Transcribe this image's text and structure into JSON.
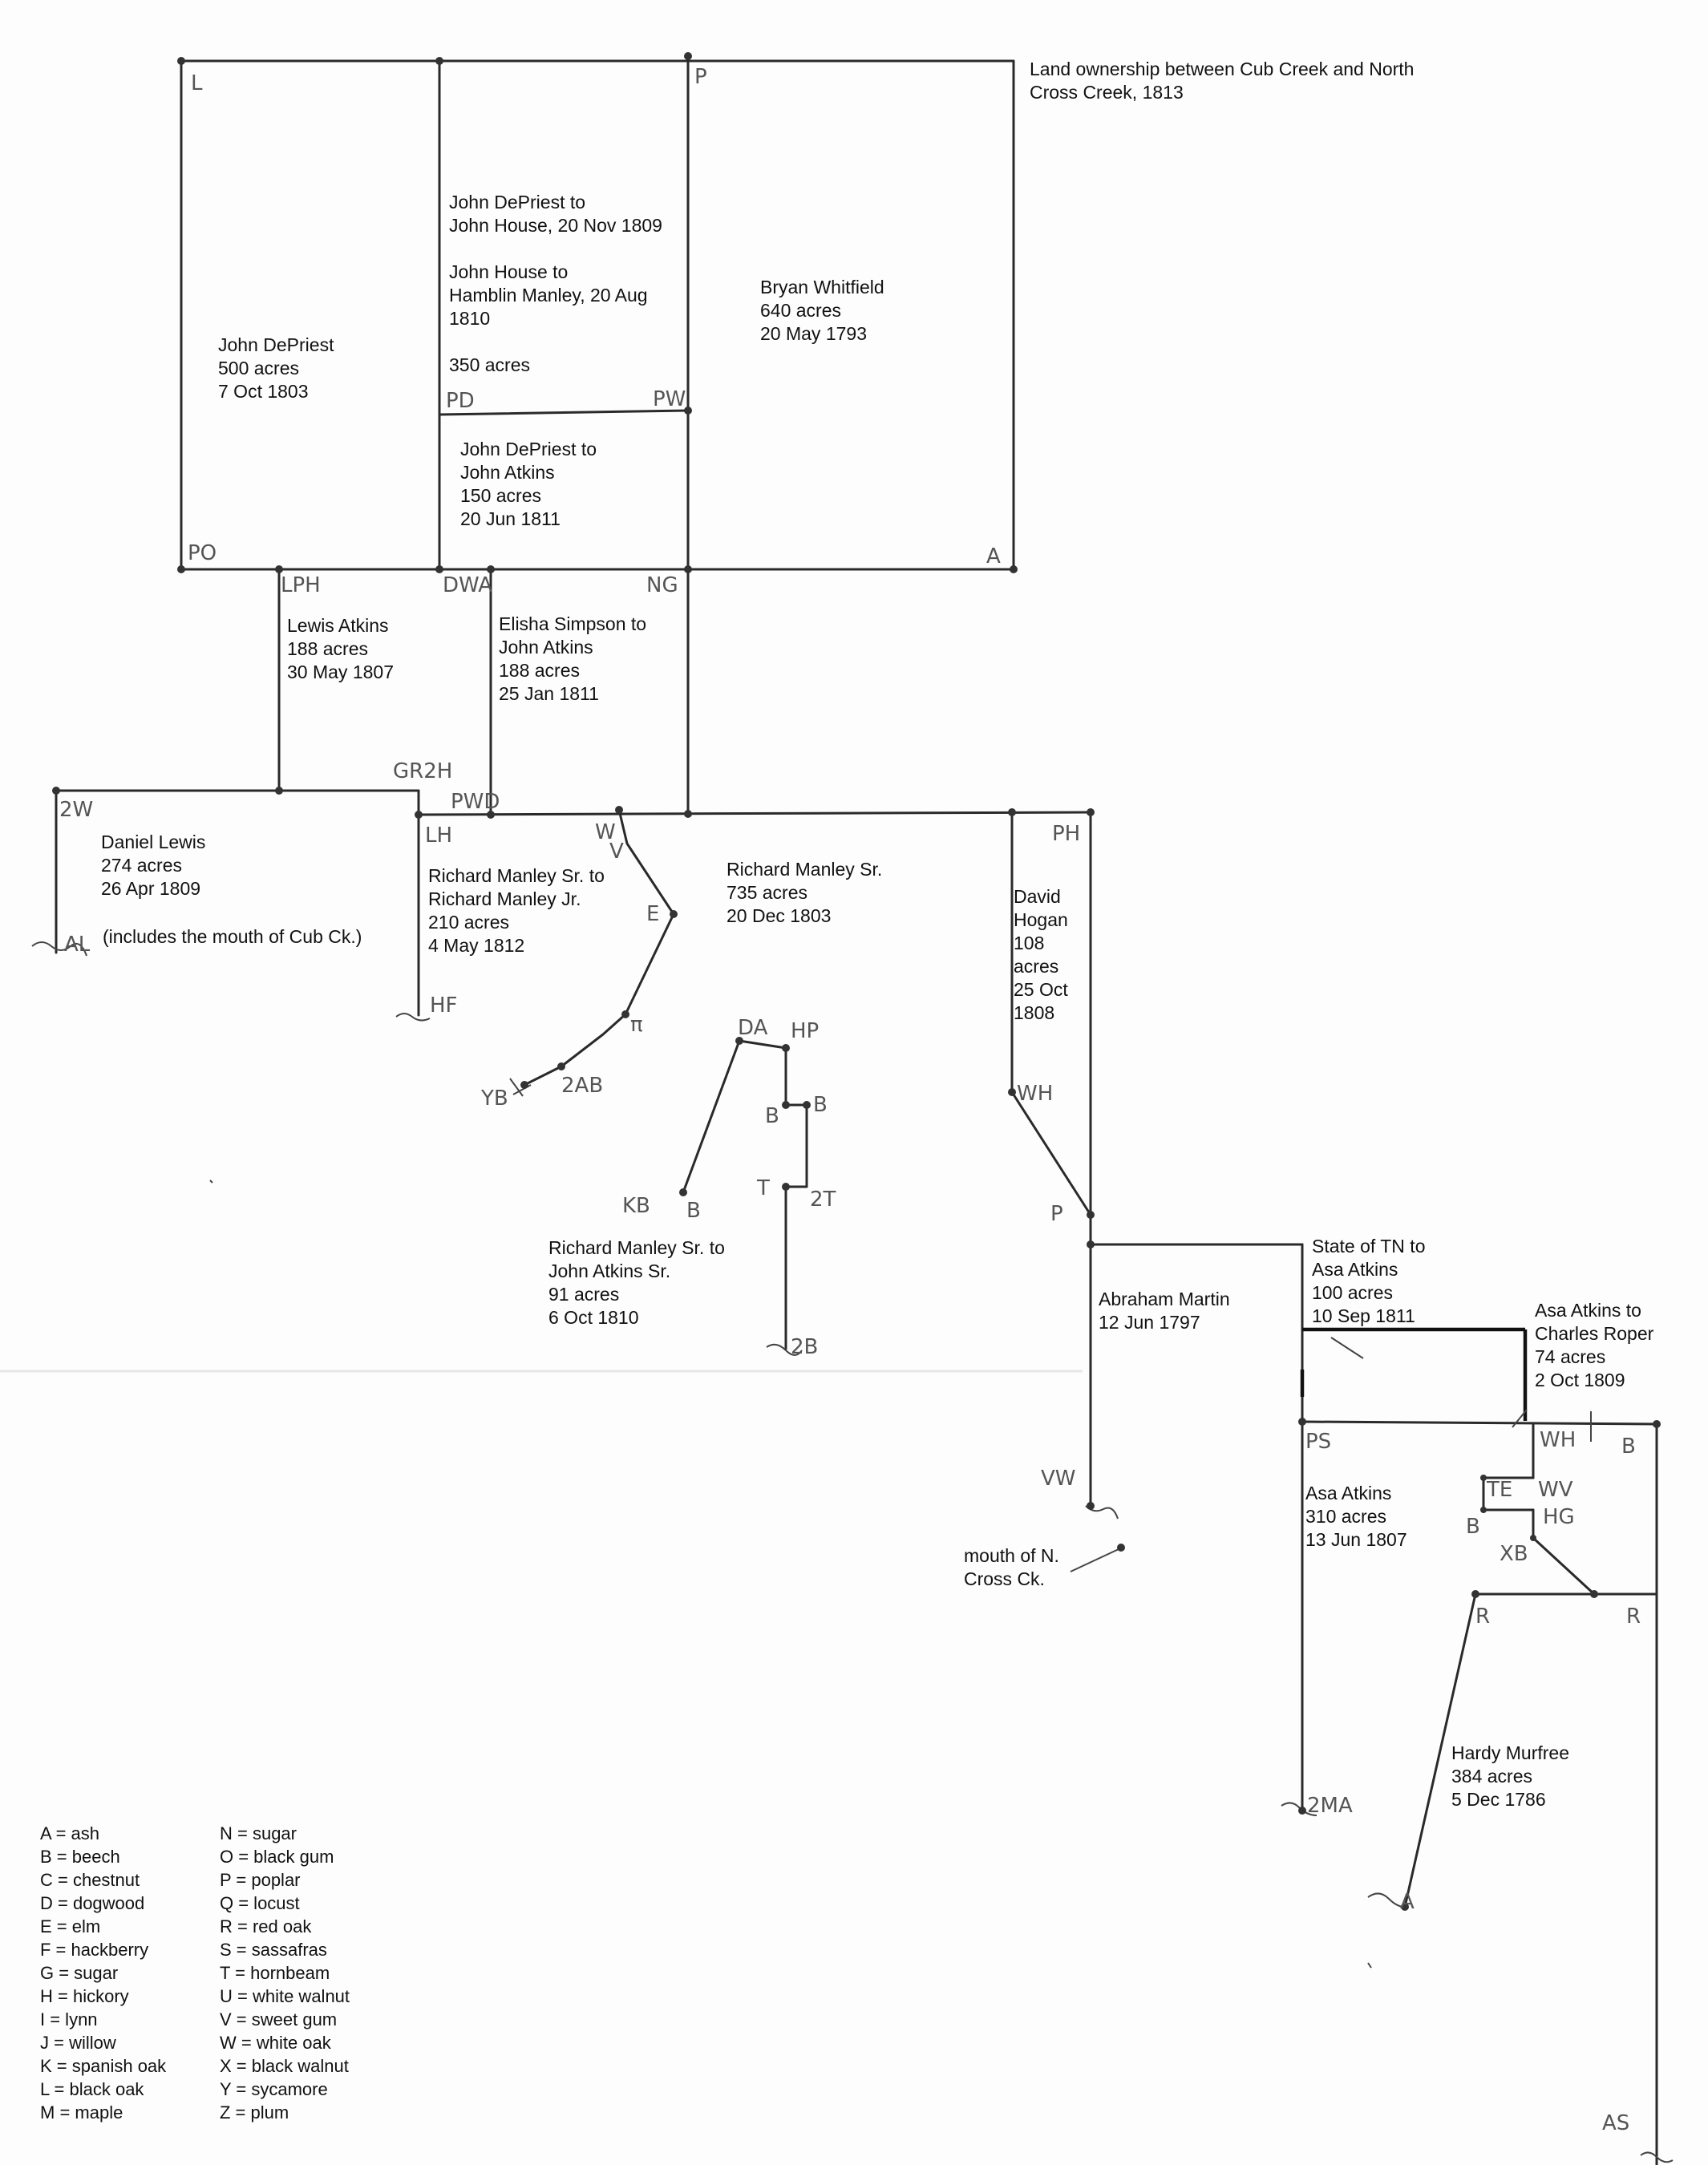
{
  "title": "Land ownership between Cub Creek and North\nCross Creek, 1813",
  "parcels": [
    {
      "id": "depriest",
      "text": "John DePriest\n500 acres\n7 Oct 1803"
    },
    {
      "id": "house",
      "text": "John DePriest to\nJohn House, 20 Nov 1809\n\nJohn House to\nHamblin Manley, 20 Aug\n1810\n\n350 acres"
    },
    {
      "id": "whitfield",
      "text": "Bryan Whitfield\n640 acres\n20 May 1793"
    },
    {
      "id": "atkins150",
      "text": "John DePriest to\nJohn Atkins\n150 acres\n20 Jun 1811"
    },
    {
      "id": "lewis-atkins",
      "text": "Lewis Atkins\n188 acres\n30 May 1807"
    },
    {
      "id": "simpson",
      "text": "Elisha Simpson to\nJohn Atkins\n188 acres\n25 Jan 1811"
    },
    {
      "id": "daniel-lewis",
      "text": "Daniel Lewis\n274 acres\n26 Apr 1809"
    },
    {
      "id": "cub-mouth",
      "text": "(includes the mouth of Cub Ck.)"
    },
    {
      "id": "manley-jr",
      "text": "Richard Manley Sr. to\nRichard Manley Jr.\n210 acres\n4 May 1812"
    },
    {
      "id": "manley-sr",
      "text": "Richard Manley Sr.\n735 acres\n20 Dec 1803"
    },
    {
      "id": "hogan",
      "text": "David\nHogan\n108\nacres\n25 Oct\n1808"
    },
    {
      "id": "atkins91",
      "text": "Richard Manley Sr. to\nJohn Atkins Sr.\n91 acres\n6 Oct 1810"
    },
    {
      "id": "martin",
      "text": "Abraham Martin\n12 Jun 1797"
    },
    {
      "id": "state-tn",
      "text": "State of TN to\nAsa Atkins\n100 acres\n10 Sep 1811"
    },
    {
      "id": "roper",
      "text": "Asa Atkins to\nCharles Roper\n74 acres\n2 Oct 1809"
    },
    {
      "id": "asa310",
      "text": "Asa Atkins\n310 acres\n13 Jun 1807"
    },
    {
      "id": "ncross-mouth",
      "text": "mouth of N.\nCross Ck."
    },
    {
      "id": "murfree",
      "text": "Hardy Murfree\n384 acres\n5 Dec 1786"
    }
  ],
  "corners": {
    "c1": "L",
    "c2": "P",
    "c3": "PO",
    "c4": "PD",
    "c5": "PW",
    "c6": "A",
    "c7": "LPH",
    "c8": "DWA",
    "c9": "NG",
    "c10": "GR2H",
    "c11": "2W",
    "c12": "AL",
    "c13": "PWD",
    "c14": "LH",
    "c15": "HF",
    "c16": "W",
    "c17": "V",
    "c18": "E",
    "c19": "π",
    "c20": "2AB",
    "c21": "YB",
    "c22": "PH",
    "c23": "WH",
    "c24": "P",
    "c25": "DA",
    "c26": "HP",
    "c27": "B",
    "c28": "B",
    "c29": "T",
    "c30": "2T",
    "c31": "KB",
    "c32": "B",
    "c33": "2B",
    "c34": "VW",
    "c35": "PS",
    "c36": "WH",
    "c37": "B",
    "c38": "TE",
    "c39": "WV",
    "c40": "B",
    "c41": "HG",
    "c42": "XB",
    "c43": "R",
    "c44": "R",
    "c45": "2MA",
    "c46": "A",
    "c47": "AS"
  },
  "legend_left": [
    "A = ash",
    "B = beech",
    "C = chestnut",
    "D = dogwood",
    "E = elm",
    "F = hackberry",
    "G = sugar",
    "H = hickory",
    "I = lynn",
    "J = willow",
    "K = spanish oak",
    "L = black oak",
    "M = maple"
  ],
  "legend_right": [
    "N = sugar",
    "O = black gum",
    "P = poplar",
    "Q = locust",
    "R = red oak",
    "S = sassafras",
    "T = hornbeam",
    "U = white walnut",
    "V = sweet gum",
    "W = white oak",
    "X = black walnut",
    "Y = sycamore",
    "Z = plum"
  ]
}
